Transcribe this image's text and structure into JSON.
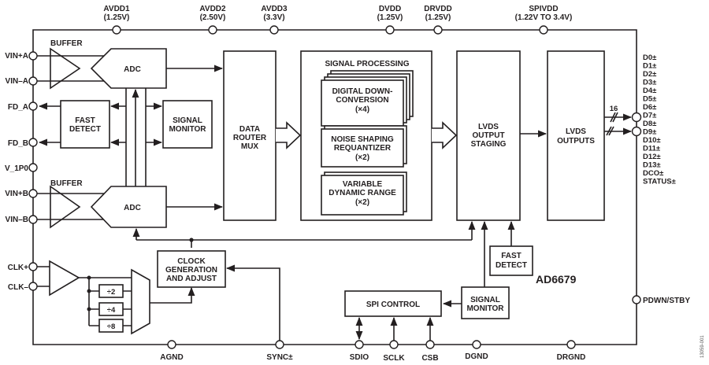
{
  "part_number": "AD6679",
  "figure_id": "13059-001",
  "colors": {
    "line": "#231f20",
    "background": "#ffffff"
  },
  "top_pins": [
    {
      "name": "AVDD1",
      "voltage": "(1.25V)"
    },
    {
      "name": "AVDD2",
      "voltage": "(2.50V)"
    },
    {
      "name": "AVDD3",
      "voltage": "(3.3V)"
    },
    {
      "name": "DVDD",
      "voltage": "(1.25V)"
    },
    {
      "name": "DRVDD",
      "voltage": "(1.25V)"
    },
    {
      "name": "SPIVDD",
      "voltage": "(1.22V TO 3.4V)"
    }
  ],
  "left_pins": [
    "VIN+A",
    "VIN–A",
    "FD_A",
    "FD_B",
    "V_1P0",
    "VIN+B",
    "VIN–B",
    "CLK+",
    "CLK–"
  ],
  "bottom_pins": [
    "AGND",
    "SYNC±",
    "SDIO",
    "SCLK",
    "CSB",
    "DGND",
    "DRGND"
  ],
  "right_pins": {
    "outputs": [
      "D0±",
      "D1±",
      "D2±",
      "D3±",
      "D4±",
      "D5±",
      "D6±",
      "D7±",
      "D8±",
      "D9±",
      "D10±",
      "D11±",
      "D12±",
      "D13±",
      "DCO±",
      "STATUS±"
    ],
    "pdwn": "PDWN/STBY"
  },
  "blocks": {
    "buffer_a": "BUFFER",
    "buffer_b": "BUFFER",
    "adc_a": "ADC",
    "adc_b": "ADC",
    "fast_detect_1": "FAST",
    "fast_detect_2": "DETECT",
    "signal_monitor_1": "SIGNAL",
    "signal_monitor_2": "MONITOR",
    "data_router": [
      "DATA",
      "ROUTER",
      "MUX"
    ],
    "signal_processing": {
      "title": "SIGNAL PROCESSING",
      "ddc": [
        "DIGITAL DOWN-",
        "CONVERSION",
        "(×4)"
      ],
      "nsr": [
        "NOISE SHAPING",
        "REQUANTIZER",
        "(×2)"
      ],
      "vdr": [
        "VARIABLE",
        "DYNAMIC RANGE",
        "(×2)"
      ]
    },
    "lvds_staging": [
      "LVDS",
      "OUTPUT",
      "STAGING"
    ],
    "lvds_outputs": [
      "LVDS",
      "OUTPUTS"
    ],
    "bus_width": "16",
    "clock_gen": [
      "CLOCK",
      "GENERATION",
      "AND ADJUST"
    ],
    "dividers": [
      "÷2",
      "÷4",
      "÷8"
    ],
    "spi_control": "SPI CONTROL",
    "fast_detect_b": [
      "FAST",
      "DETECT"
    ],
    "signal_monitor_b": [
      "SIGNAL",
      "MONITOR"
    ]
  }
}
